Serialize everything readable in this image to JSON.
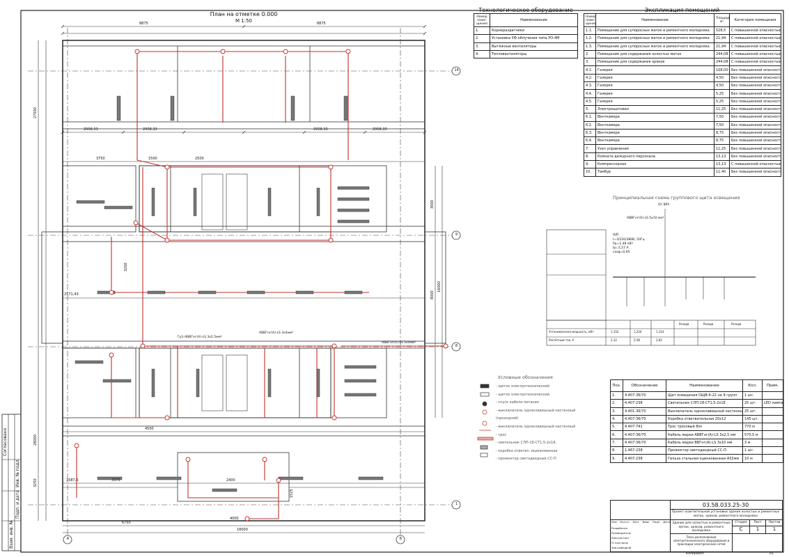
{
  "plan": {
    "title": "План на отметке 0.000",
    "scale": "М 1:50",
    "dims_top": [
      "8875",
      "8875"
    ],
    "dims_sub": [
      "2958,33",
      "2958,33",
      "2958,33",
      "2958,33"
    ],
    "dim_3750": "3750",
    "dim_1500": "1500",
    "dim_2500": "2500",
    "dim_left_total": "27500",
    "dim_right_total": "16000",
    "dim_right_3000": "3000",
    "dim_right_8000": "8000",
    "dim_2571": "2571,43",
    "dim_4500": "4500",
    "dim_1687": "1687,6",
    "dim_3375": "3375",
    "dim_2400": "2400",
    "dim_6750": "6750",
    "dim_18000": "18000",
    "dim_4000": "4000",
    "dim_1525": "1525",
    "dim_3250": "3250",
    "dim_3200": "3200",
    "dim_28000": "28000",
    "axes_right": [
      "14",
      "9",
      "8",
      "1"
    ],
    "axes_bottom": [
      "А",
      "Б"
    ],
    "cable_label": "Гр1-АВВГнг(А)-LS 3х2,5мм²",
    "cable_label2": "АВВГнг(А)-LS 3х4мм²",
    "cable_label3": "АВВГнг(А)-LS 5х4мм²"
  },
  "equipment_table": {
    "title": "Технологическое оборудование",
    "headers": [
      "Номер поме- щения",
      "Наименование"
    ],
    "rows": [
      [
        "1.",
        "Корнераздатчики"
      ],
      [
        "2.",
        "Установка УФ облучения типа УО-4М"
      ],
      [
        "3.",
        "Вытяжные вентиляторы"
      ],
      [
        "4.",
        "Тепловентиляторы"
      ]
    ]
  },
  "rooms_table": {
    "title": "Экспликация помещений",
    "headers": [
      "Номер поме- щения",
      "Наименование",
      "Площадь, м²",
      "Категория помещения"
    ],
    "rows": [
      [
        "1.1.",
        "Помещение для супоросных маток и ремонтного молодняка",
        "528,5",
        "С повышенной опасностью"
      ],
      [
        "1.2.",
        "Помещение для супоросных маток и ремонтного молодняка",
        "21,94",
        "С повышенной опасностью"
      ],
      [
        "1.3.",
        "Помещение для супоросных маток и ремонтного молодняка",
        "21,94",
        "С повышенной опасностью"
      ],
      [
        "2.",
        "Помещение для содержания холостых маток",
        "244,08",
        "С повышенной опасностью"
      ],
      [
        "3.",
        "Помещение для содержания хряков",
        "244,08",
        "С повышенной опасностью"
      ],
      [
        "4.1.",
        "Галерея",
        "108,00",
        "Без повышенной опасности"
      ],
      [
        "4.2.",
        "Галерея",
        "4,50",
        "Без повышенной опасности"
      ],
      [
        "4.3.",
        "Галерея",
        "4,50",
        "Без повышенной опасности"
      ],
      [
        "4.4.",
        "Галерея",
        "5,25",
        "Без повышенной опасности"
      ],
      [
        "4.5.",
        "Галерея",
        "5,25",
        "Без повышенной опасности"
      ],
      [
        "5.",
        "Электрощитовая",
        "11,25",
        "Без повышенной опасности"
      ],
      [
        "6.1.",
        "Венткамера",
        "7,50",
        "Без повышенной опасности"
      ],
      [
        "6.2.",
        "Венткамера",
        "7,50",
        "Без повышенной опасности"
      ],
      [
        "6.3.",
        "Венткамера",
        "8,75",
        "Без повышенной опасности"
      ],
      [
        "6.4.",
        "Венткамера",
        "8,75",
        "Без повышенной опасности"
      ],
      [
        "7.",
        "Узел управления",
        "11,25",
        "Без повышенной опасности"
      ],
      [
        "8.",
        "Комната дежурного персонала",
        "13,13",
        "Без повышенной опасности"
      ],
      [
        "9.",
        "Компрессорная",
        "13,13",
        "С повышенной опасностью"
      ],
      [
        "10.",
        "Тамбур",
        "11,40",
        "Без повышенной опасности"
      ]
    ]
  },
  "schema": {
    "title": "Принципиальная схема группового щита освещения",
    "from_label": "От ВРУ",
    "cable": "АВВГнг(А)-LS 5х10 мм²",
    "panel": "ЩО",
    "params": [
      "I=3/220/380В, 50Гц",
      "Рр=1,48 кВт",
      "Iр=5,57 А",
      "cosφ=0,95"
    ],
    "row_labels": [
      "Установленная мощность, кВт",
      "Расчётный ток, А"
    ],
    "row_values": [
      [
        "1,152",
        "1,224",
        "1,114"
      ],
      [
        "2,12",
        "5,58",
        "2,82"
      ]
    ],
    "reserve": [
      "Резерв",
      "Резерв",
      "Резерв"
    ]
  },
  "legend": {
    "title": "Условные обозначения",
    "items": [
      "- щиток электротехнический",
      "- щиток электротехнический",
      "- спуск кабеля питания",
      "- выключатель одноклавишный настенный",
      "(проходной)",
      "- выключатель одноклавишный настенный",
      "- трос",
      "- светильник СЛП-18-СТ1,5-2х18,",
      "- коробка ответвл. ицинкованная",
      "- прожектор светодиодный СС-П"
    ]
  },
  "spec_table": {
    "headers": [
      "Поз.",
      "Обозначение",
      "Наименование",
      "Кол.",
      "Прим."
    ],
    "rows": [
      [
        "1.",
        "4.407-36/70",
        "Щит освещения ОЩВ-6-22 на 9 групп",
        "1 шт.",
        ""
      ],
      [
        "2.",
        "4.407-238",
        "Светильник СЛП-18-СТ1,5-2х18",
        "25 шт.",
        "LED лампа"
      ],
      [
        "3.",
        "4.401-36/70",
        "Выключатель одноклавишный настенный",
        "25 шт.",
        ""
      ],
      [
        "4.",
        "4.407-36/70",
        "Коробка ответвительная 20х12",
        "145 шт.",
        ""
      ],
      [
        "5.",
        "4.407-741",
        "Трос тросовый 8/м",
        "770 м",
        ""
      ],
      [
        "6.",
        "4.407-36/70",
        "Кабель марки АВВГнг(А)-LS 3х2,5 мм",
        "570,5 м",
        ""
      ],
      [
        "7.",
        "4.407-36/70",
        "Кабель марки ВВГнг(А)-LS 3х10 мм",
        "3 м",
        ""
      ],
      [
        "8.",
        "1.467-238",
        "Прожектор светодиодный СС-П",
        "1 шт.",
        ""
      ],
      [
        "9.",
        "4.407-238",
        "Гильза стальная оцинкованная А32мм",
        "10 м",
        ""
      ]
    ]
  },
  "title_block": {
    "code": "03.58.033.25-30",
    "project": "Проект осветительной установки здания холостых и ремонтных маток, хряков, ремонтного молодняка",
    "object": "Здание для холостых и ремонтных маток, хряков, ремонтного молодняка",
    "sheet_title": "План расположения электротехнического оборудования и прокладки электрических сетей",
    "cols": [
      "Изм",
      "Кол.уч",
      "Лист",
      "Ndок",
      "Подп",
      "Дата"
    ],
    "roles": [
      "Разработал",
      "Руководитель",
      "Консультант",
      "Н. контроль",
      "Зав.кафедрой"
    ],
    "stage_headers": [
      "Стадия",
      "Лист",
      "Листов"
    ],
    "stage_values": [
      "С",
      "1",
      "1"
    ],
    "copied": "Копировал",
    "format": "А1"
  },
  "side_stamps": [
    "Согласовано",
    "Взам. инв. №",
    "Подп. и дата",
    "Инв. № подл."
  ]
}
